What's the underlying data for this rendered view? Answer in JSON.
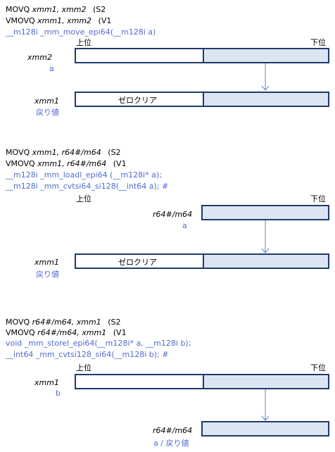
{
  "sections": [
    {
      "line1_mnemonic": "MOVQ",
      "line1_ops": "xmm1, xmm2",
      "line1_tail": "(S2",
      "line2_mnemonic": "VMOVQ",
      "line2_ops": "xmm1, xmm2",
      "line2_tail": "(V1",
      "intrinsics": [
        "__m128i _mm_move_epi64(__m128i a)"
      ],
      "upper": "上位",
      "lower": "下位",
      "src_label": "xmm2",
      "src_var": "a",
      "dst_label": "xmm1",
      "dst_var": "戻り値",
      "zero_text": "ゼロクリア"
    },
    {
      "line1_mnemonic": "MOVQ",
      "line1_ops": "xmm1, r64#/m64",
      "line1_tail": "(S2",
      "line2_mnemonic": "VMOVQ",
      "line2_ops": "xmm1, r64#/m64",
      "line2_tail": "(V1",
      "intrinsics": [
        "__m128i _mm_loadl_epi64 (__m128i* a);",
        "__m128i _mm_cvtsi64_si128(__int64 a); #"
      ],
      "upper": "上位",
      "lower": "下位",
      "src_label": "r64#/m64",
      "src_var": "a",
      "dst_label": "xmm1",
      "dst_var": "戻り値",
      "zero_text": "ゼロクリア"
    },
    {
      "line1_mnemonic": "MOVQ",
      "line1_ops": "r64#/m64, xmm1",
      "line1_tail": "(S2",
      "line2_mnemonic": "VMOVQ",
      "line2_ops": "r64#/m64, xmm1",
      "line2_tail": "(V1",
      "intrinsics": [
        "void _mm_storel_epi64(__m128i*  a, __m128i b);",
        "__int64 _mm_cvtsi128_si64(__m128i b); #"
      ],
      "upper": "上位",
      "lower": "下位",
      "src_label": "xmm1",
      "src_var": "b",
      "dst_label": "r64#/m64",
      "dst_var": "a / 戻り値"
    }
  ]
}
